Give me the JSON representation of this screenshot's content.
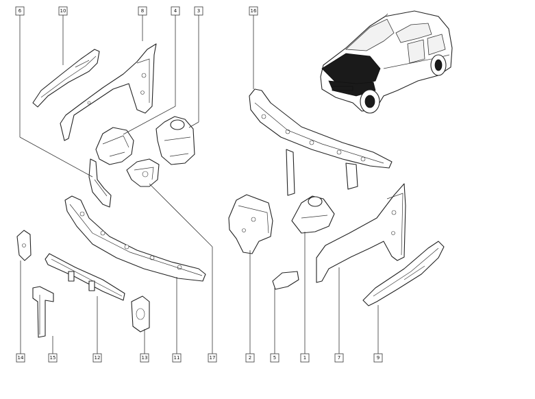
{
  "diagram": {
    "callouts": [
      {
        "label": "6"
      },
      {
        "label": "10"
      },
      {
        "label": "8"
      },
      {
        "label": "4"
      },
      {
        "label": "3"
      },
      {
        "label": "16"
      },
      {
        "label": "14"
      },
      {
        "label": "15"
      },
      {
        "label": "12"
      },
      {
        "label": "13"
      },
      {
        "label": "11"
      },
      {
        "label": "17"
      },
      {
        "label": "2"
      },
      {
        "label": "5"
      },
      {
        "label": "1"
      },
      {
        "label": "7"
      },
      {
        "label": "9"
      }
    ]
  }
}
